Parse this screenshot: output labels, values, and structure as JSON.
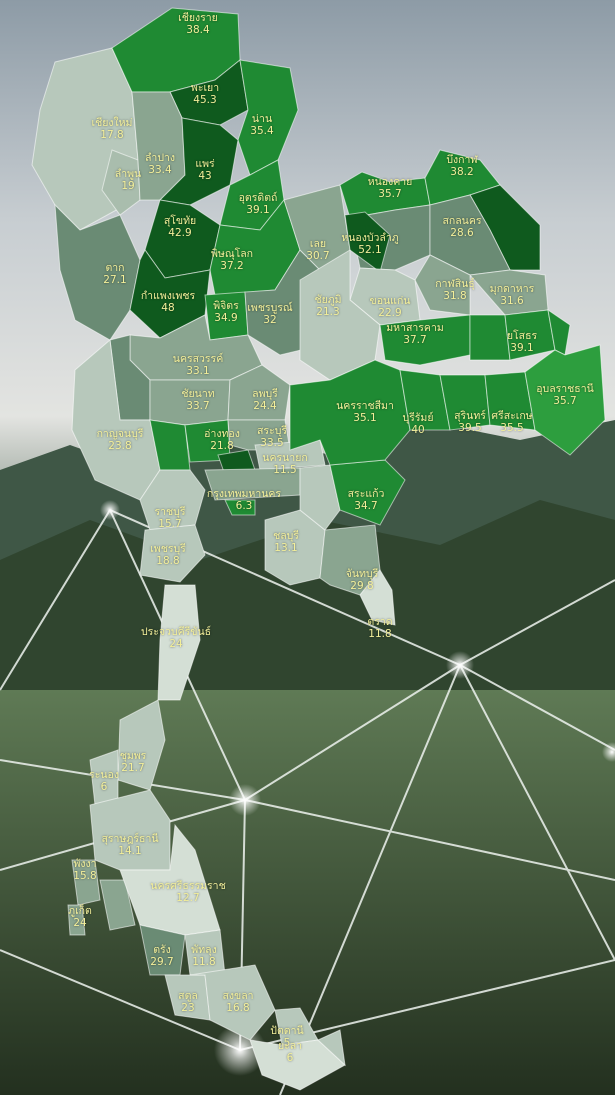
{
  "colors": {
    "green_dark": "#0f5a1e",
    "green_mid": "#1f8a33",
    "green_bright": "#2d9e3e",
    "grey_dark": "#6a8b74",
    "grey_mid": "#8aa590",
    "grey_light": "#b7c8bb",
    "grey_pale": "#d4dfd5",
    "label": "#f3ef9a"
  },
  "provinces": [
    {
      "name": "เชียงราย",
      "value": "38.4"
    },
    {
      "name": "พะเยา",
      "value": "45.3"
    },
    {
      "name": "น่าน",
      "value": "35.4"
    },
    {
      "name": "เชียงใหม่",
      "value": "17.8"
    },
    {
      "name": "ลำปาง",
      "value": "33.4"
    },
    {
      "name": "ลำพูน",
      "value": "19"
    },
    {
      "name": "แพร่",
      "value": "43"
    },
    {
      "name": "อุตรดิตถ์",
      "value": "39.1"
    },
    {
      "name": "สุโขทัย",
      "value": "42.9"
    },
    {
      "name": "พิษณุโลก",
      "value": "37.2"
    },
    {
      "name": "ตาก",
      "value": "27.1"
    },
    {
      "name": "กำแพงเพชร",
      "value": "48"
    },
    {
      "name": "พิจิตร",
      "value": "34.9"
    },
    {
      "name": "เพชรบูรณ์",
      "value": "32"
    },
    {
      "name": "หนองคาย",
      "value": "35.7"
    },
    {
      "name": "บึงกาฬ",
      "value": "38.2"
    },
    {
      "name": "สกลนคร",
      "value": "28.6"
    },
    {
      "name": "เลย",
      "value": "30.7"
    },
    {
      "name": "หนองบัวลำภู",
      "value": "52.1"
    },
    {
      "name": "กาฬสินธุ์",
      "value": "31.8"
    },
    {
      "name": "มุกดาหาร",
      "value": "31.6"
    },
    {
      "name": "ขอนแก่น",
      "value": "22.9"
    },
    {
      "name": "ชัยภูมิ",
      "value": "21.3"
    },
    {
      "name": "มหาสารคาม",
      "value": "37.7"
    },
    {
      "name": "ยโสธร",
      "value": "39.1"
    },
    {
      "name": "นครสวรรค์",
      "value": "33.1"
    },
    {
      "name": "ชัยนาท",
      "value": "33.7"
    },
    {
      "name": "ลพบุรี",
      "value": "24.4"
    },
    {
      "name": "อ่างทอง",
      "value": "21.8"
    },
    {
      "name": "สระบุรี",
      "value": "33.5"
    },
    {
      "name": "นครราชสีมา",
      "value": "35.1"
    },
    {
      "name": "บุรีรัมย์",
      "value": "40"
    },
    {
      "name": "สุรินทร์",
      "value": "39.5"
    },
    {
      "name": "ศรีสะเกษ",
      "value": "35.5"
    },
    {
      "name": "อุบลราชธานี",
      "value": "35.7"
    },
    {
      "name": "กาญจนบุรี",
      "value": "23.8"
    },
    {
      "name": "นครนายก",
      "value": "11.5"
    },
    {
      "name": "กรุงเทพมหานคร",
      "value": "6.3"
    },
    {
      "name": "สระแก้ว",
      "value": "34.7"
    },
    {
      "name": "ราชบุรี",
      "value": "15.7"
    },
    {
      "name": "ชลบุรี",
      "value": "13.1"
    },
    {
      "name": "เพชรบุรี",
      "value": "18.8"
    },
    {
      "name": "จันทบุรี",
      "value": "29.8"
    },
    {
      "name": "ตราด",
      "value": "11.8"
    },
    {
      "name": "ประจวบคีรีขันธ์",
      "value": "24"
    },
    {
      "name": "ชุมพร",
      "value": "21.7"
    },
    {
      "name": "ระนอง",
      "value": "6"
    },
    {
      "name": "สุราษฎร์ธานี",
      "value": "14.1"
    },
    {
      "name": "พังงา",
      "value": "15.8"
    },
    {
      "name": "นครศรีธรรมราช",
      "value": "12.7"
    },
    {
      "name": "ภูเก็ต",
      "value": "24"
    },
    {
      "name": "ตรัง",
      "value": "29.7"
    },
    {
      "name": "พัทลุง",
      "value": "11.8"
    },
    {
      "name": "สตูล",
      "value": "23"
    },
    {
      "name": "สงขลา",
      "value": "16.8"
    },
    {
      "name": "ปัตตานี",
      "value": "5"
    },
    {
      "name": "ยะลา",
      "value": "6"
    }
  ]
}
